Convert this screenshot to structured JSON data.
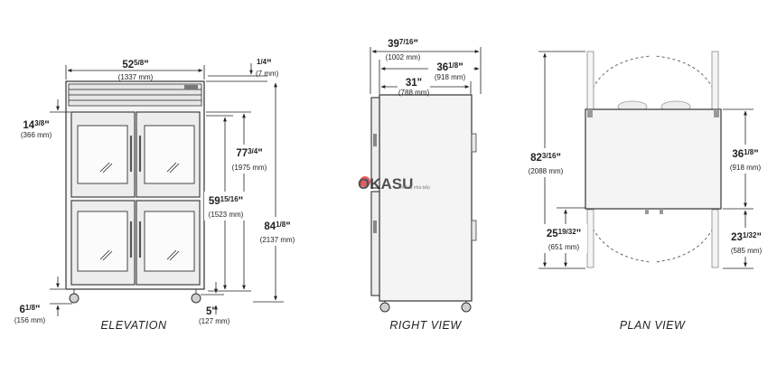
{
  "watermark": {
    "logo_text": "OKASU",
    "sub_text": "Thiết bị nhà bếp"
  },
  "views": {
    "elevation": "ELEVATION",
    "right": "RIGHT VIEW",
    "plan": "PLAN VIEW"
  },
  "dims": {
    "elev_width": {
      "whole": "52",
      "frac": "5/8",
      "mm": "(1337 mm)"
    },
    "elev_top_gap": {
      "whole": "",
      "frac": "1/4",
      "mm": "(7 mm)"
    },
    "elev_door_top": {
      "whole": "14",
      "frac": "3/8",
      "mm": "(366 mm)"
    },
    "elev_door_height": {
      "whole": "77",
      "frac": "3/4",
      "mm": "(1975 mm)"
    },
    "elev_cabinet_height": {
      "whole": "59",
      "frac": "15/16",
      "mm": "(1523 mm)"
    },
    "elev_overall_height": {
      "whole": "84",
      "frac": "1/8",
      "mm": "(2137 mm)"
    },
    "elev_leg": {
      "whole": "6",
      "frac": "1/8",
      "mm": "(156 mm)"
    },
    "elev_caster": {
      "whole": "5",
      "frac": "",
      "mm": "(127 mm)"
    },
    "right_overall_depth": {
      "whole": "39",
      "frac": "7/16",
      "mm": "(1002 mm)"
    },
    "right_depth": {
      "whole": "36",
      "frac": "1/8",
      "mm": "(918 mm)"
    },
    "right_cabinet_depth": {
      "whole": "31",
      "frac": "",
      "mm": "(788 mm)"
    },
    "plan_total": {
      "whole": "82",
      "frac": "3/16",
      "mm": "(2088 mm)"
    },
    "plan_swing": {
      "whole": "25",
      "frac": "19/32",
      "mm": "(651 mm)"
    },
    "plan_depth": {
      "whole": "36",
      "frac": "1/8",
      "mm": "(918 mm)"
    },
    "plan_door_clear": {
      "whole": "23",
      "frac": "1/32",
      "mm": "(585 mm)"
    }
  }
}
